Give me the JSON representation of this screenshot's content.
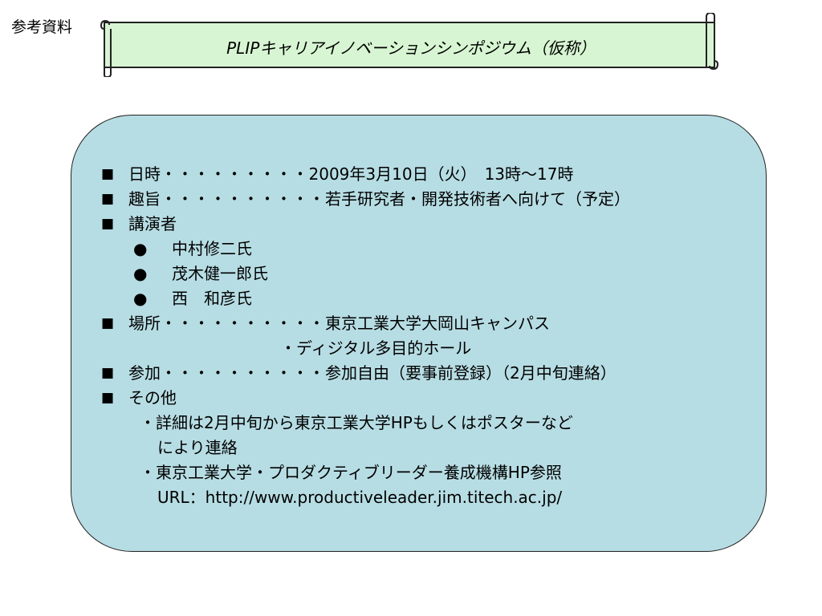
{
  "header": {
    "corner_label": "参考資料",
    "banner_title": "PLIPキャリアイノベーションシンポジウム（仮称）"
  },
  "colors": {
    "banner_fill": "#d7f5d2",
    "panel_fill": "#b7dde4"
  },
  "items": [
    {
      "bullet": "■",
      "label": "日時",
      "dots": "・・・・・・・・・",
      "value": "2009年3月10日（火）　13時～17時"
    },
    {
      "bullet": "■",
      "label": "趣旨",
      "dots": "・・・・・・・・・・",
      "value": "若手研究者・開発技術者へ向けて（予定）"
    },
    {
      "bullet": "■",
      "label": "講演者"
    },
    {
      "bullet": "●",
      "label": "中村修二氏"
    },
    {
      "bullet": "●",
      "label": "茂木健一郎氏"
    },
    {
      "bullet": "●",
      "label": "西　和彦氏"
    },
    {
      "bullet": "■",
      "label": "場所",
      "dots": "・・・・・・・・・・",
      "value": "東京工業大学大岡山キャンパス"
    },
    {
      "text": "・ディジタル多目的ホール"
    },
    {
      "bullet": "■",
      "label": "参加",
      "dots": "・・・・・・・・・・",
      "value": "参加自由（要事前登録）（2月中旬連絡）"
    },
    {
      "bullet": "■",
      "label": "その他"
    },
    {
      "text": "・詳細は2月中旬から東京工業大学HPもしくはポスターなど"
    },
    {
      "text": "により連絡"
    },
    {
      "text": "・東京工業大学・プロダクティブリーダー養成機構HP参照"
    },
    {
      "text": "URL：http://www.productiveleader.jim.titech.ac.jp/"
    }
  ]
}
